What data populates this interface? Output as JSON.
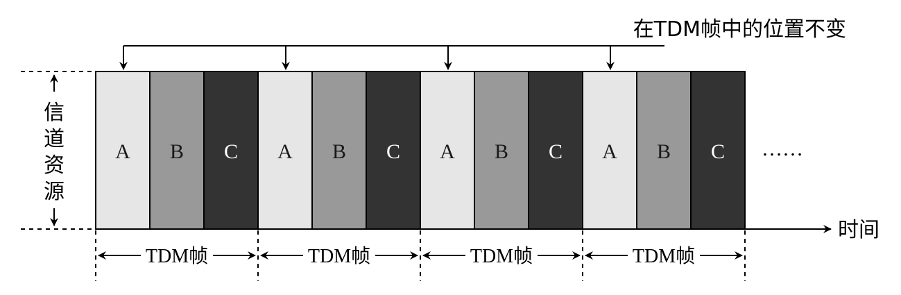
{
  "title": "在TDM帧中的位置不变",
  "y_axis_label": [
    "信",
    "道",
    "资",
    "源"
  ],
  "x_axis_label": "时间",
  "continuation": "……",
  "frames": [
    {
      "label": "TDM帧",
      "slots": [
        {
          "name": "A",
          "color": "#e6e6e6",
          "text_color": "#1a1a1a"
        },
        {
          "name": "B",
          "color": "#999999",
          "text_color": "#1a1a1a"
        },
        {
          "name": "C",
          "color": "#333333",
          "text_color": "#ffffff"
        }
      ]
    },
    {
      "label": "TDM帧",
      "slots": [
        {
          "name": "A",
          "color": "#e6e6e6",
          "text_color": "#1a1a1a"
        },
        {
          "name": "B",
          "color": "#999999",
          "text_color": "#1a1a1a"
        },
        {
          "name": "C",
          "color": "#333333",
          "text_color": "#ffffff"
        }
      ]
    },
    {
      "label": "TDM帧",
      "slots": [
        {
          "name": "A",
          "color": "#e6e6e6",
          "text_color": "#1a1a1a"
        },
        {
          "name": "B",
          "color": "#999999",
          "text_color": "#1a1a1a"
        },
        {
          "name": "C",
          "color": "#333333",
          "text_color": "#ffffff"
        }
      ]
    },
    {
      "label": "TDM帧",
      "slots": [
        {
          "name": "A",
          "color": "#e6e6e6",
          "text_color": "#1a1a1a"
        },
        {
          "name": "B",
          "color": "#999999",
          "text_color": "#1a1a1a"
        },
        {
          "name": "C",
          "color": "#333333",
          "text_color": "#ffffff"
        }
      ]
    }
  ]
}
